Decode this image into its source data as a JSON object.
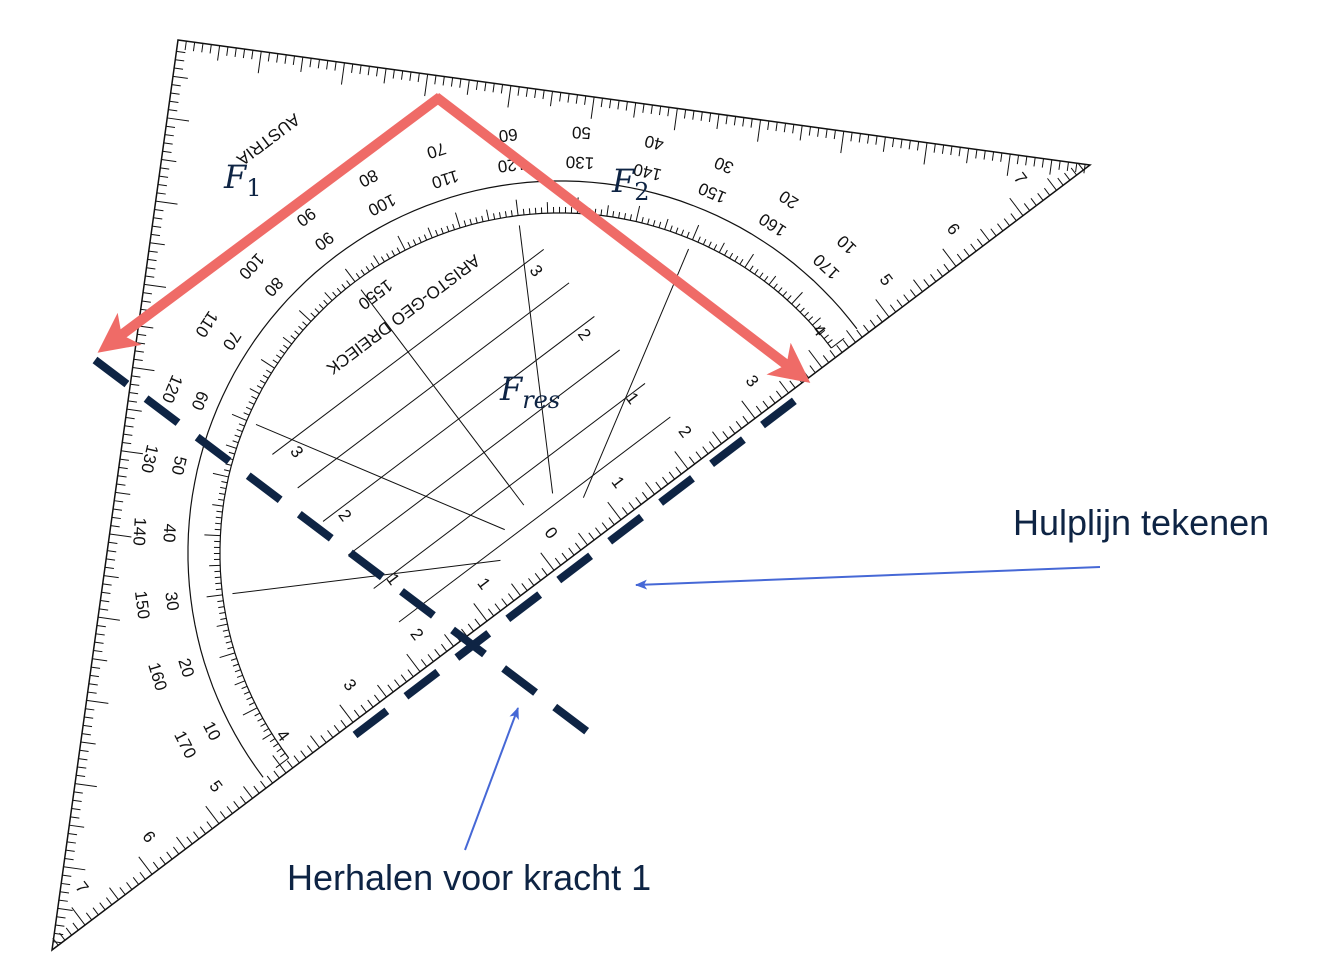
{
  "labels": {
    "hulplijn": "Hulplijn tekenen",
    "herhalen": "Herhalen voor kracht 1"
  },
  "symbols": {
    "f1": {
      "base": "F",
      "sub": "1"
    },
    "f2": {
      "base": "F",
      "sub": "2"
    },
    "fres": {
      "base": "F",
      "sub": "res"
    }
  },
  "set_square": {
    "brand_text": "ARISTO-GEO DREIECK",
    "model_number": "1550",
    "country_text": "AUSTRIA",
    "protractor_outer_labels": [
      "10",
      "20",
      "30",
      "40",
      "50",
      "60",
      "70",
      "80",
      "90",
      "100",
      "110",
      "120",
      "130",
      "140",
      "150",
      "160",
      "170"
    ],
    "protractor_inner_labels": [
      "170",
      "160",
      "150",
      "140",
      "130",
      "120",
      "110",
      "100",
      "90",
      "80",
      "70",
      "60",
      "50",
      "40",
      "30",
      "20",
      "10"
    ],
    "hypotenuse_scale": [
      "0",
      "1",
      "2",
      "3",
      "4",
      "5",
      "6",
      "7"
    ],
    "inner_scale": [
      "1",
      "2",
      "3"
    ]
  },
  "colors": {
    "force_arrow": "#ef6b67",
    "construction_dash": "#0e2444",
    "pointer_arrow": "#4668d6",
    "text": "#0e2444"
  }
}
